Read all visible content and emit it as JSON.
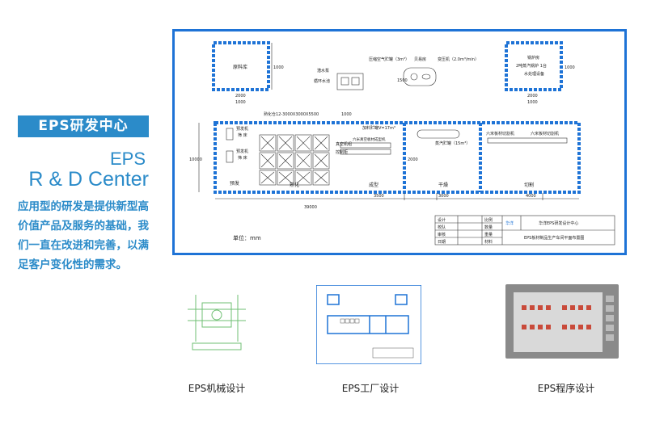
{
  "left": {
    "badge": "EPS研发中心",
    "title_line1": "EPS",
    "title_line2": "R & D Center",
    "description": "应用型的研发是提供新型高价值产品及服务的基础，我们一直在改进和完善，以满足客户变化性的需求。"
  },
  "plan": {
    "raw_storage": "原料库",
    "dim_1000_a": "1000",
    "dim_2000_a": "2000",
    "dim_1000_b": "1000",
    "submersible_pump": "潜水泵",
    "circ_pool": "循环水池",
    "compressed_air": "压缩空气贮罐（3m³）",
    "cooling_tower": "贝易房",
    "transformer": "变压机（2.0m³/min）",
    "boiler_room": "锅炉房",
    "boiler_desc": "2吨蒸汽锅炉 1台",
    "water_treat": "水处理设备",
    "dim_1000_c": "1000",
    "dim_2000_c": "2000",
    "dim_1500": "1500",
    "dim_1000_d": "1000",
    "curing_bins": "熟化仓12-3000X3000X5500",
    "dim_1000_e": "1000",
    "pre_expander_1": "预发机",
    "sieve_1": "筛 床",
    "pre_expander_2": "预发机",
    "sieve_2": "筛 床",
    "feed_tank": "加料贮罐V=17m³",
    "vacuum_tank": "真空机组",
    "control_cab": "控制柜",
    "molding_machine": "六米真空板材成型机",
    "steam_tank": "蒸汽贮罐（15m³）",
    "cutter_1": "六米板材切割机",
    "cutter_2": "六米板材切割机",
    "dim_10000": "10000",
    "dim_2000_d": "2000",
    "zone_prefoam": "预发",
    "zone_curing": "熟化",
    "zone_molding": "成型",
    "zone_drying": "干燥",
    "zone_cutting": "切割",
    "dim_3500": "3500",
    "dim_3000": "3000",
    "dim_4000": "4000",
    "dim_39000": "39000",
    "unit": "单位：mm",
    "tb_design": "设计",
    "tb_check": "校队",
    "tb_review": "审核",
    "tb_date": "日期",
    "tb_ratio": "比例",
    "tb_qty": "数量",
    "tb_weight": "重量",
    "tb_material": "材料",
    "tb_logo": "华洋",
    "tb_company": "华洋EPS研发设计中心",
    "tb_drawing": "EPS板材制品生产车间平面布置图"
  },
  "thumbs": [
    {
      "label": "EPS机械设计"
    },
    {
      "label": "EPS工厂设计"
    },
    {
      "label": "EPS程序设计"
    }
  ],
  "colors": {
    "accent": "#2b8bc9",
    "frame": "#1e73d6",
    "wall": "#1e73d6"
  }
}
